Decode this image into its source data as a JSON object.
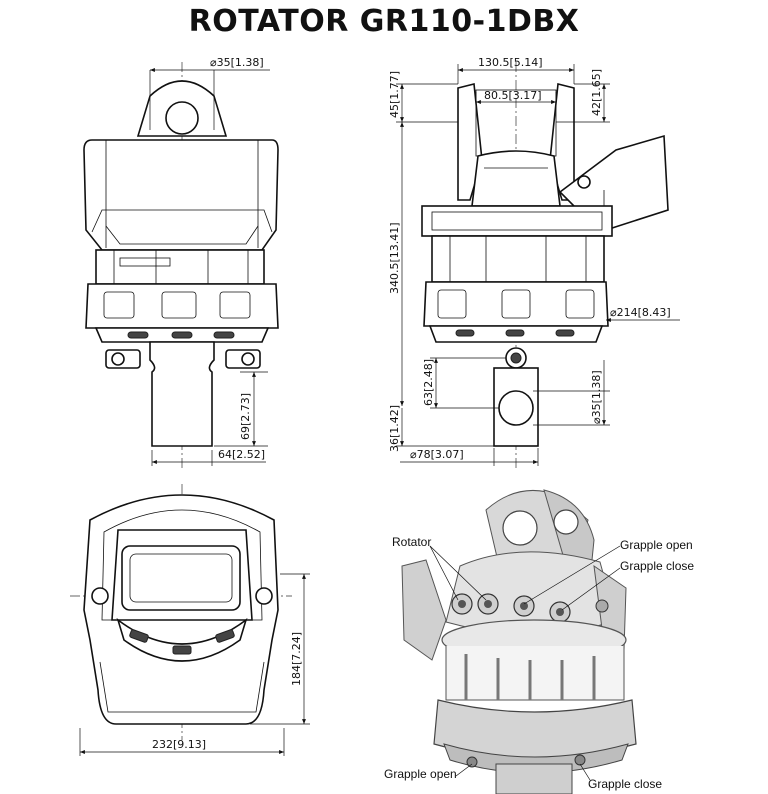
{
  "title": "ROTATOR  GR110-1DBX",
  "dimensions": {
    "front_pin_dia": "⌀35[1.38]",
    "front_height_69": "69[2.73]",
    "front_width_64": "64[2.52]",
    "side_width_130": "130.5[5.14]",
    "side_width_80": "80.5[3.17]",
    "side_45": "45[1.77]",
    "side_42": "42[1.65]",
    "side_340": "340.5[13.41]",
    "side_dia_214": "⌀214[8.43]",
    "side_63": "63[2.48]",
    "side_35": "⌀35[1.38]",
    "side_36": "36[1.42]",
    "side_dia_78": "⌀78[3.07]",
    "bottom_184": "184[7.24]",
    "bottom_232": "232[9.13]"
  },
  "callouts": {
    "rotator": "Rotator",
    "grapple_open_top": "Grapple open",
    "grapple_close_top": "Grapple close",
    "grapple_open_bottom": "Grapple open",
    "grapple_close_bottom": "Grapple close"
  }
}
